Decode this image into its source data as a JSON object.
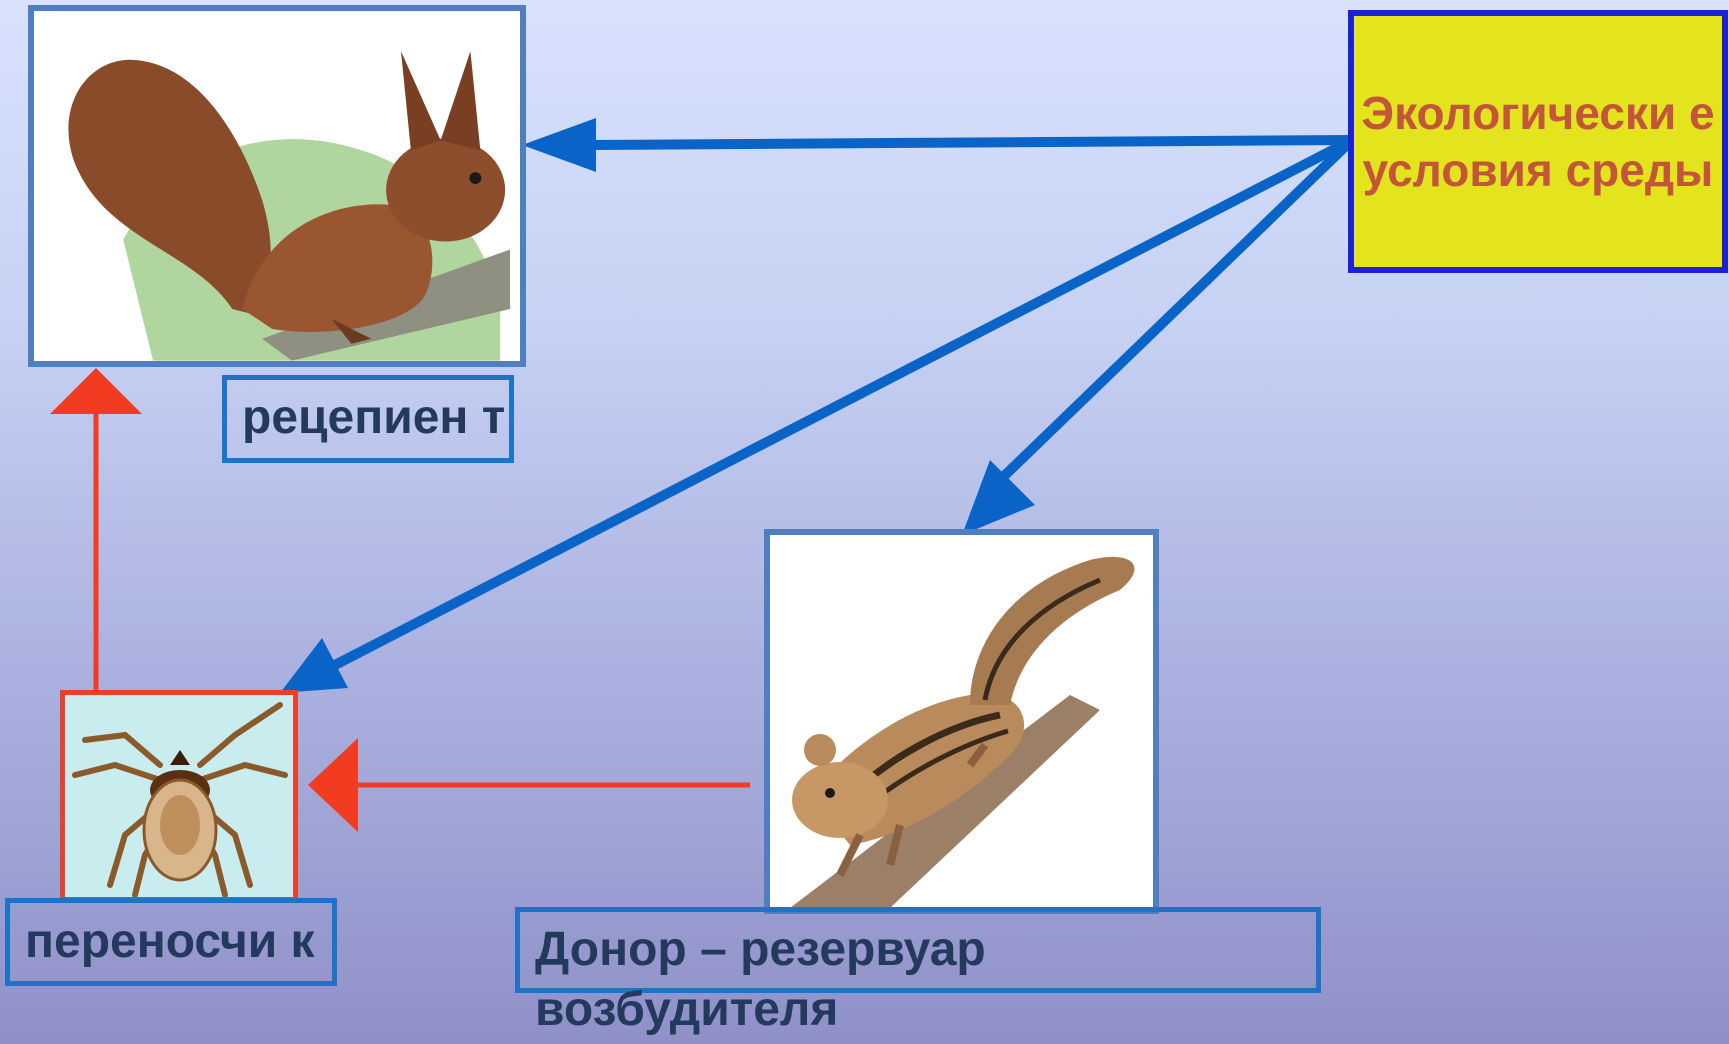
{
  "recipient": {
    "label": "рецепиен т"
  },
  "vector": {
    "label": "переносчи к"
  },
  "donor": {
    "label": "Донор – резервуар возбудителя"
  },
  "environment": {
    "label": "Экологически е условия среды"
  },
  "colors": {
    "blue_arrow": "#0a64c7",
    "red_arrow": "#f23c21",
    "label_text": "#243a5c",
    "env_box_fill": "#e3e31e",
    "env_box_border": "#1b22d6",
    "env_text": "#c2553a"
  },
  "icons": {
    "recipient": "squirrel-icon",
    "vector": "tick-icon",
    "donor": "chipmunk-icon"
  }
}
